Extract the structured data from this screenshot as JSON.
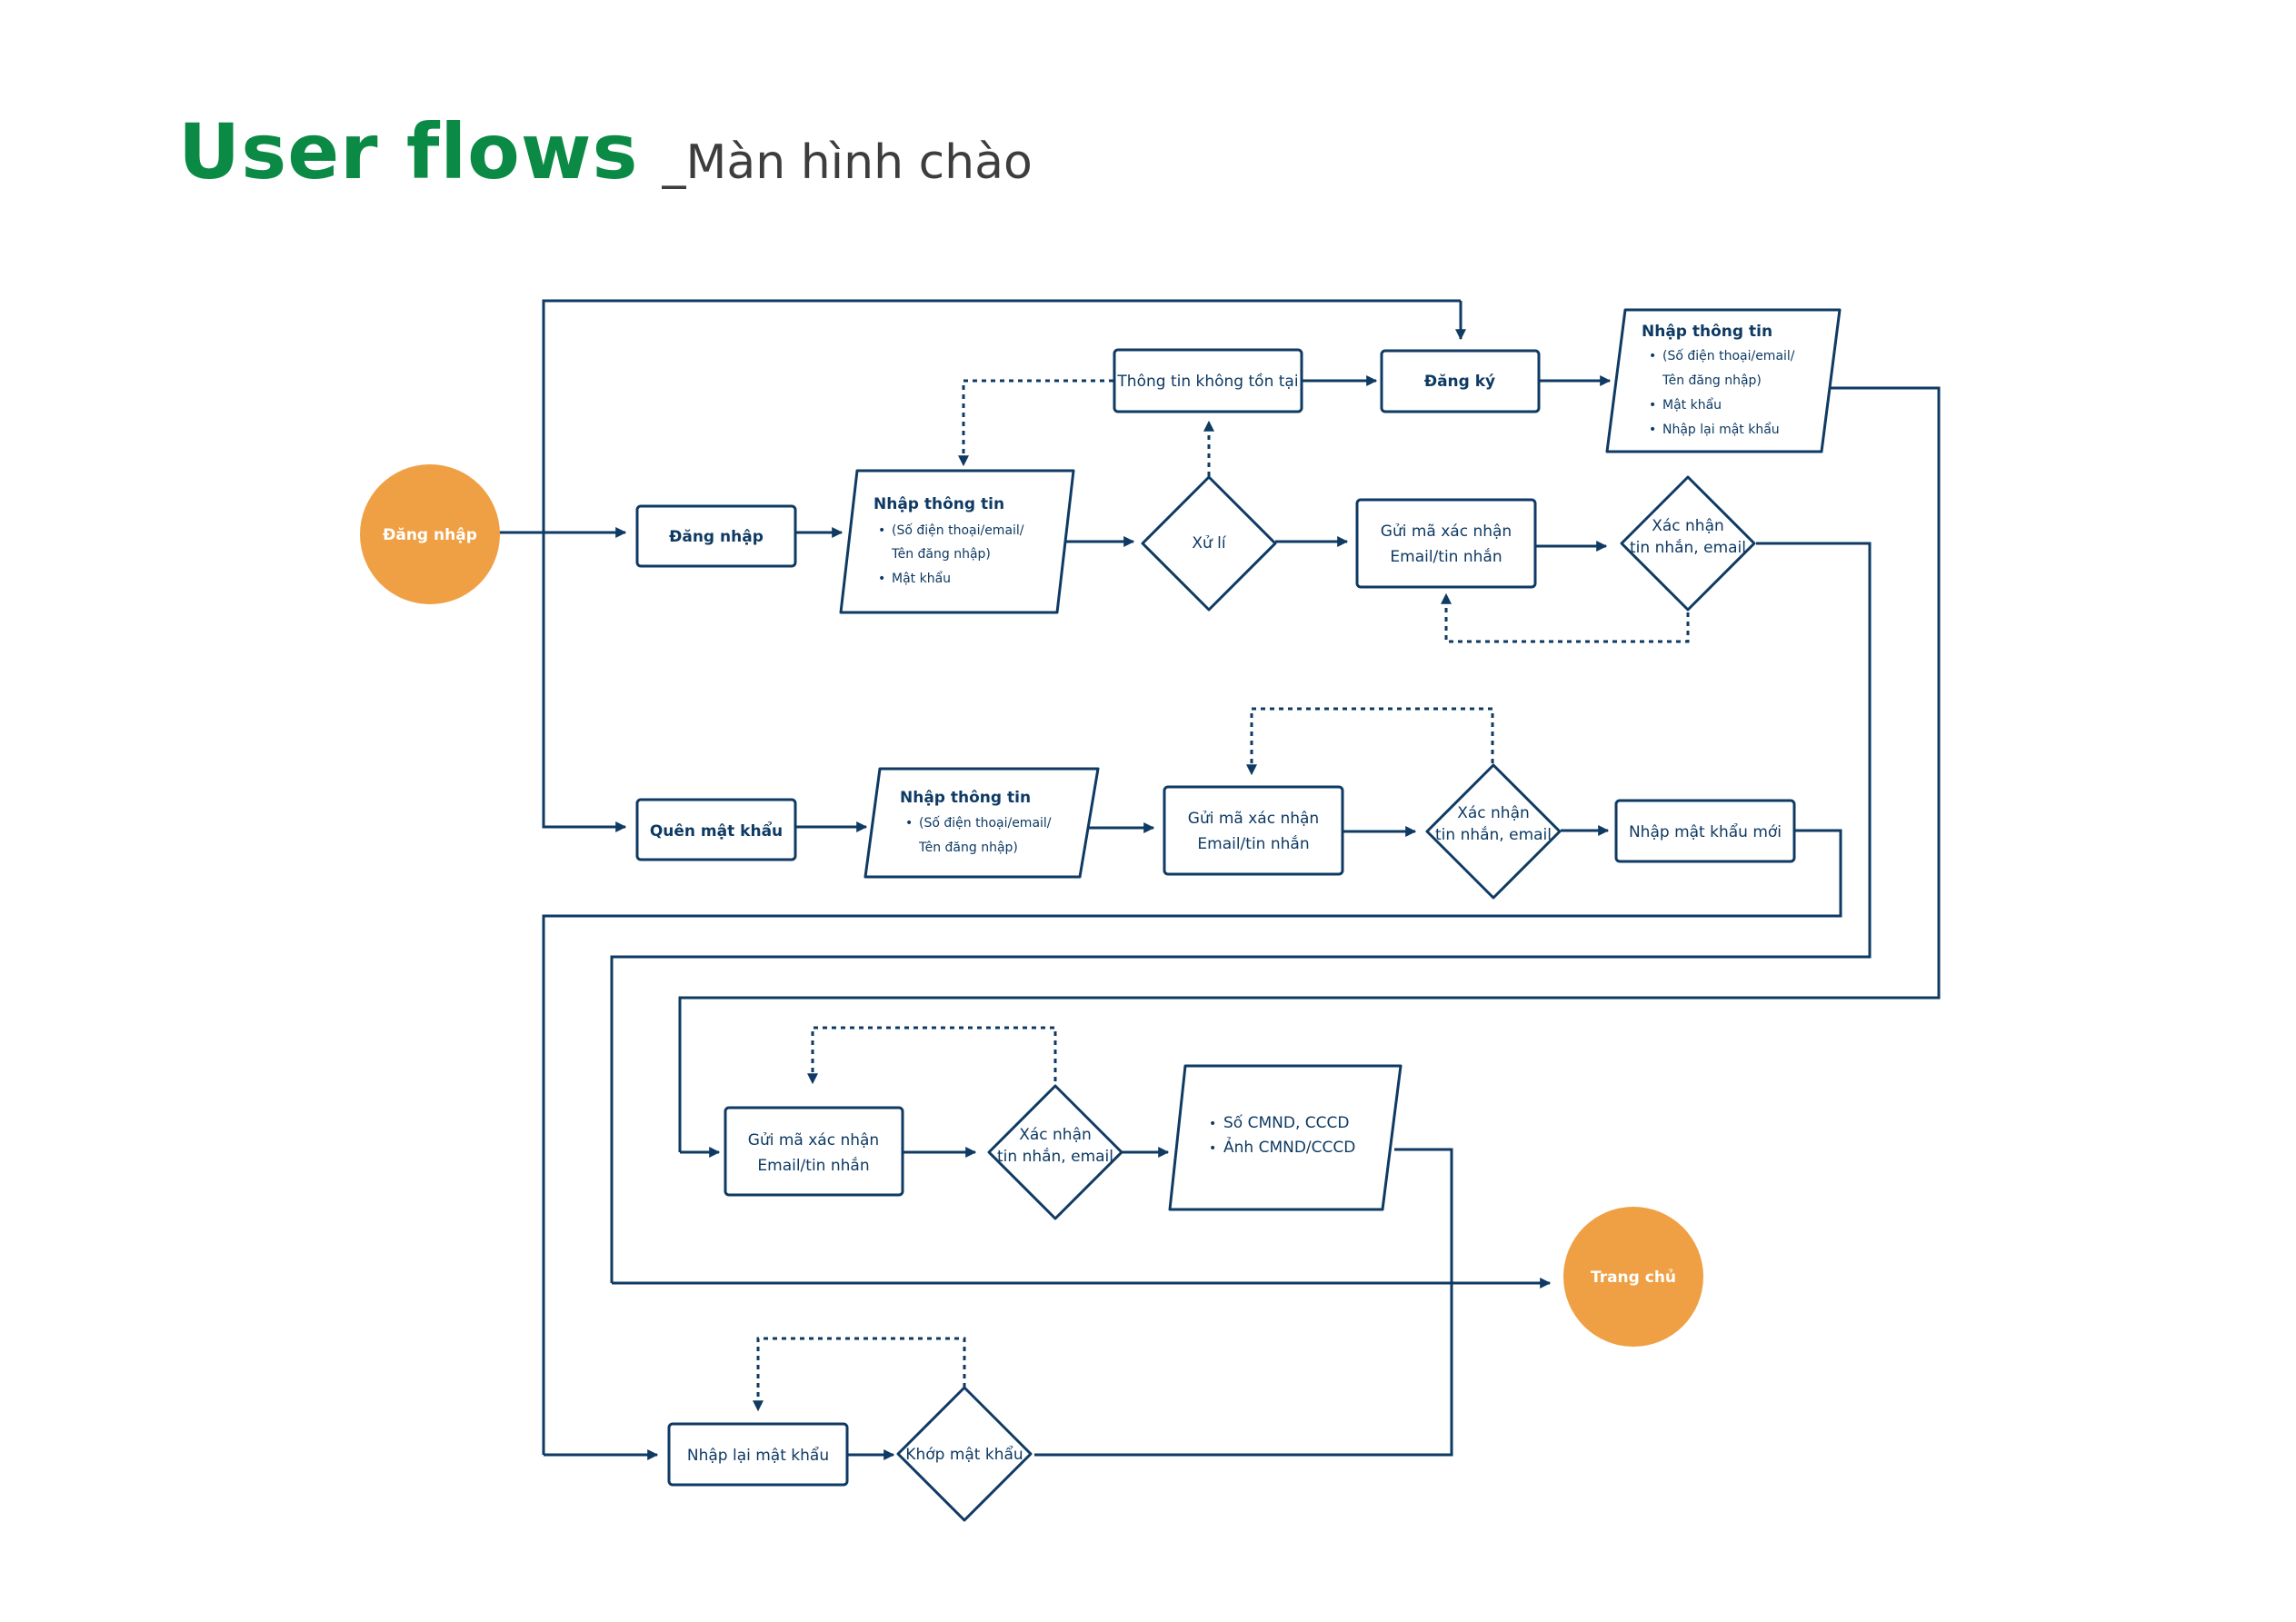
{
  "title": {
    "main": "User flows",
    "sub": "_Màn hình chào"
  },
  "colors": {
    "title_green": "#0b8a45",
    "node_orange": "#f0a044",
    "line_navy": "#0e3a63"
  },
  "nodes": {
    "start": "Đăng nhập",
    "end": "Trang chủ",
    "dang_nhap_box": "Đăng nhập",
    "nhap_thong_tin_login": {
      "title": "Nhập thông tin",
      "l1": "(Số điện thoại/email/",
      "l2": "Tên đăng nhập)",
      "l3": "Mật khẩu"
    },
    "xu_li": "Xử lí",
    "thong_tin_khong_ton_tai": "Thông tin không tồn tại",
    "dang_ky": "Đăng ký",
    "nhap_thong_tin_register": {
      "title": "Nhập thông tin",
      "l1": "(Số điện thoại/email/",
      "l2": "Tên đăng nhập)",
      "l3": "Mật khẩu",
      "l4": "Nhập lại mật khẩu"
    },
    "gui_ma_1": {
      "l1": "Gửi mã xác nhận",
      "l2": "Email/tin nhắn"
    },
    "xac_nhan_1": {
      "l1": "Xác nhận",
      "l2": "tin nhắn, email"
    },
    "quen_mat_khau": "Quên mật khẩu",
    "nhap_thong_tin_forgot": {
      "title": "Nhập thông tin",
      "l1": "(Số điện thoại/email/",
      "l2": "Tên đăng nhập)"
    },
    "gui_ma_2": {
      "l1": "Gửi mã xác nhận",
      "l2": "Email/tin nhắn"
    },
    "xac_nhan_2": {
      "l1": "Xác nhận",
      "l2": "tin nhắn, email"
    },
    "nhap_mat_khau_moi": "Nhập mật khẩu mới",
    "gui_ma_3": {
      "l1": "Gửi mã xác nhận",
      "l2": "Email/tin nhắn"
    },
    "xac_nhan_3": {
      "l1": "Xác nhận",
      "l2": "tin nhắn, email"
    },
    "cmnd": {
      "l1": "Số CMND, CCCD",
      "l2": "Ảnh CMND/CCCD"
    },
    "nhap_lai_mat_khau": "Nhập lại mật khẩu",
    "khop_mat_khau": "Khớp mật khẩu"
  }
}
